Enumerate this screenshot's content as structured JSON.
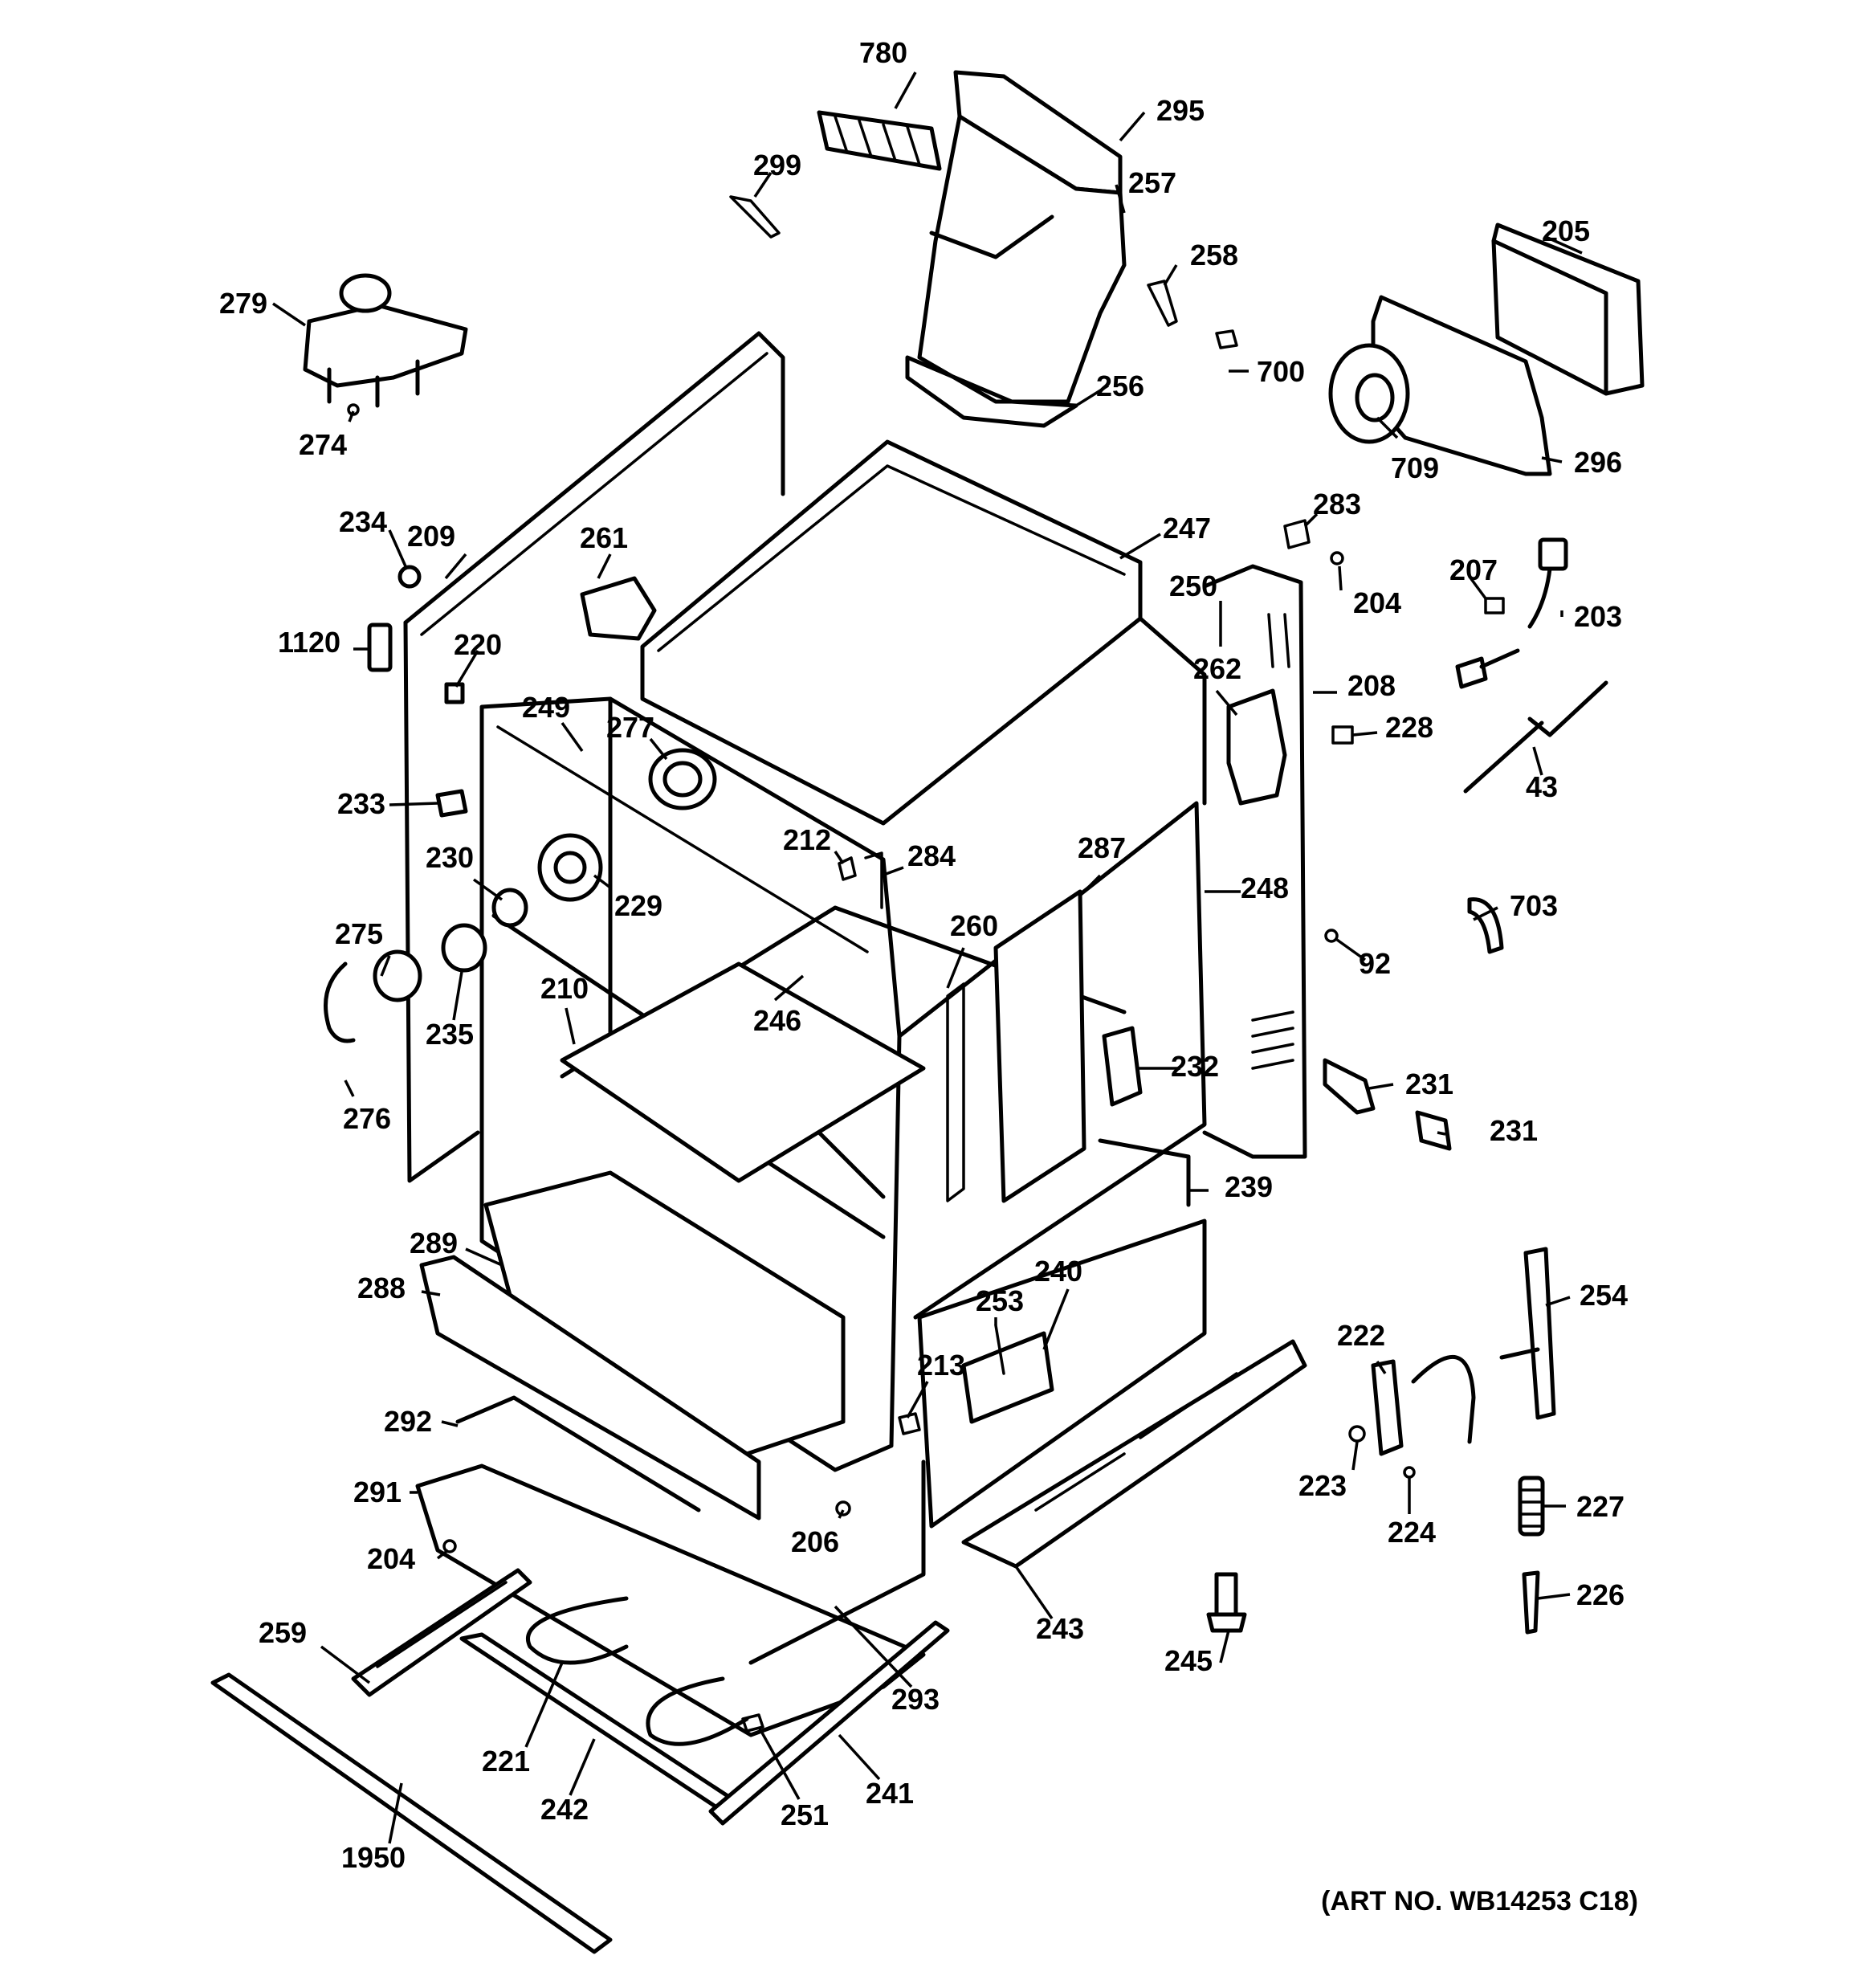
{
  "diagram": {
    "art_number": "(ART NO. WB14253 C18)",
    "callouts": [
      {
        "id": "780",
        "label": "780"
      },
      {
        "id": "295",
        "label": "295"
      },
      {
        "id": "299",
        "label": "299"
      },
      {
        "id": "257",
        "label": "257"
      },
      {
        "id": "205",
        "label": "205"
      },
      {
        "id": "258",
        "label": "258"
      },
      {
        "id": "279",
        "label": "279"
      },
      {
        "id": "700",
        "label": "700"
      },
      {
        "id": "256",
        "label": "256"
      },
      {
        "id": "709",
        "label": "709"
      },
      {
        "id": "296",
        "label": "296"
      },
      {
        "id": "274",
        "label": "274"
      },
      {
        "id": "283",
        "label": "283"
      },
      {
        "id": "234",
        "label": "234"
      },
      {
        "id": "209",
        "label": "209"
      },
      {
        "id": "261",
        "label": "261"
      },
      {
        "id": "247",
        "label": "247"
      },
      {
        "id": "207",
        "label": "207"
      },
      {
        "id": "250",
        "label": "250"
      },
      {
        "id": "204a",
        "label": "204"
      },
      {
        "id": "203",
        "label": "203"
      },
      {
        "id": "1120",
        "label": "1120"
      },
      {
        "id": "220",
        "label": "220"
      },
      {
        "id": "262",
        "label": "262"
      },
      {
        "id": "208",
        "label": "208"
      },
      {
        "id": "249",
        "label": "249"
      },
      {
        "id": "277",
        "label": "277"
      },
      {
        "id": "228",
        "label": "228"
      },
      {
        "id": "43",
        "label": "43"
      },
      {
        "id": "233",
        "label": "233"
      },
      {
        "id": "212",
        "label": "212"
      },
      {
        "id": "284",
        "label": "284"
      },
      {
        "id": "287",
        "label": "287"
      },
      {
        "id": "230",
        "label": "230"
      },
      {
        "id": "229",
        "label": "229"
      },
      {
        "id": "248",
        "label": "248"
      },
      {
        "id": "703",
        "label": "703"
      },
      {
        "id": "275",
        "label": "275"
      },
      {
        "id": "260",
        "label": "260"
      },
      {
        "id": "92",
        "label": "92"
      },
      {
        "id": "210",
        "label": "210"
      },
      {
        "id": "246",
        "label": "246"
      },
      {
        "id": "235",
        "label": "235"
      },
      {
        "id": "232",
        "label": "232"
      },
      {
        "id": "231a",
        "label": "231"
      },
      {
        "id": "276",
        "label": "276"
      },
      {
        "id": "231b",
        "label": "231"
      },
      {
        "id": "239",
        "label": "239"
      },
      {
        "id": "289",
        "label": "289"
      },
      {
        "id": "288",
        "label": "288"
      },
      {
        "id": "240",
        "label": "240"
      },
      {
        "id": "254",
        "label": "254"
      },
      {
        "id": "253",
        "label": "253"
      },
      {
        "id": "222",
        "label": "222"
      },
      {
        "id": "213",
        "label": "213"
      },
      {
        "id": "292",
        "label": "292"
      },
      {
        "id": "223",
        "label": "223"
      },
      {
        "id": "227",
        "label": "227"
      },
      {
        "id": "291",
        "label": "291"
      },
      {
        "id": "224",
        "label": "224"
      },
      {
        "id": "206",
        "label": "206"
      },
      {
        "id": "204b",
        "label": "204"
      },
      {
        "id": "243",
        "label": "243"
      },
      {
        "id": "226",
        "label": "226"
      },
      {
        "id": "259",
        "label": "259"
      },
      {
        "id": "245",
        "label": "245"
      },
      {
        "id": "293",
        "label": "293"
      },
      {
        "id": "221",
        "label": "221"
      },
      {
        "id": "241",
        "label": "241"
      },
      {
        "id": "242",
        "label": "242"
      },
      {
        "id": "251",
        "label": "251"
      },
      {
        "id": "1950",
        "label": "1950"
      }
    ]
  }
}
